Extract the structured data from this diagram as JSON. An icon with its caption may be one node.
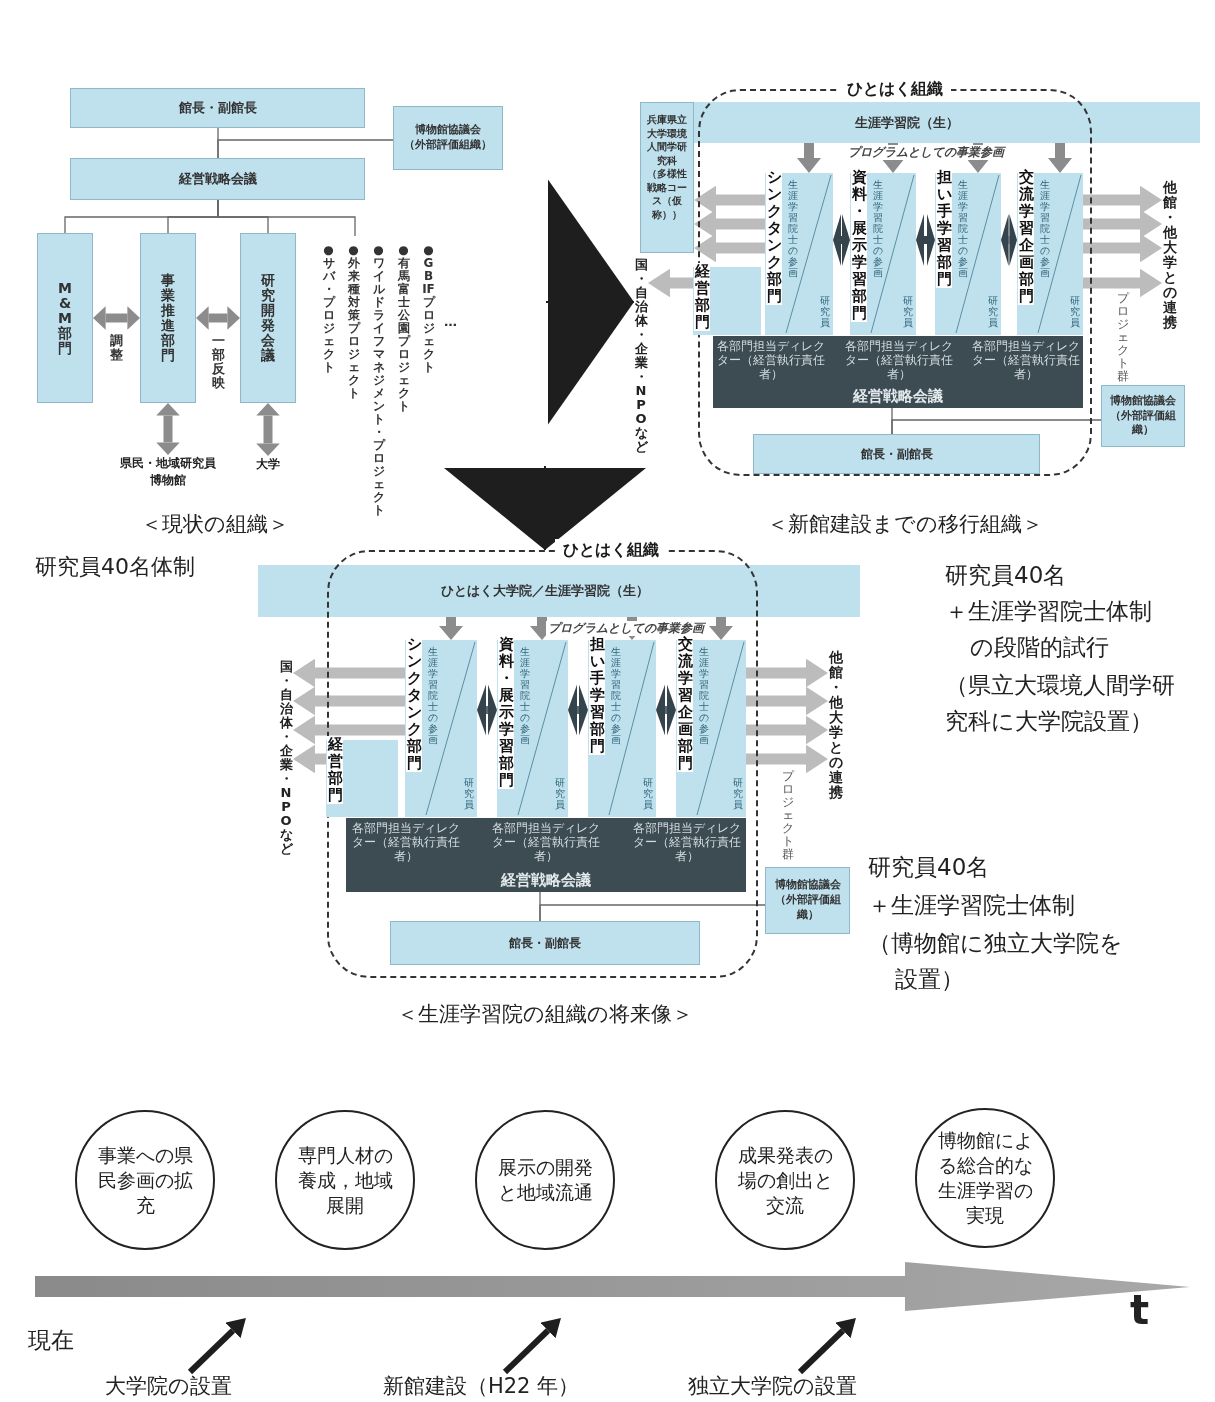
{
  "diagram": {
    "nodes": [
      {
        "text": [
          "館長・副館長"
        ]
      },
      {
        "text": [
          "博物館協議会",
          "（外部評価組織）"
        ]
      },
      {
        "text": [
          "経営戦略会議"
        ]
      },
      {
        "text": [
          "M&M部門"
        ]
      },
      {
        "text": [
          "事業推進部門"
        ]
      },
      {
        "text": [
          "研究開発会議"
        ]
      },
      {
        "text": [
          "●サバ・プロジェクト",
          "●外来種対策プロジェクト",
          "●ワイルドライフマネジメント・プロジェクト",
          "●有馬富士公園プロジェクト",
          "●GBIFプロジェクト",
          "…"
        ]
      },
      {
        "text": [
          "県民・地域研究員博物館"
        ]
      },
      {
        "text": [
          "大学"
        ]
      },
      {
        "text": [
          "ひとはく組織"
        ]
      },
      {
        "text": [
          "生涯学習院（生）"
        ]
      },
      {
        "text": [
          "兵庫県立大学環境人間学研究科",
          "（多様性戦略コース（仮称））"
        ]
      },
      {
        "text": [
          "シンクタンク部門",
          "生涯学習院士の参画",
          "研究員"
        ],
        "in": 9
      },
      {
        "text": [
          "資料・展示学習部門",
          "生涯学習院士の参画",
          "研究員"
        ],
        "in": 9
      },
      {
        "text": [
          "担い手学習部門",
          "生涯学習院士の参画",
          "研究員"
        ],
        "in": 9
      },
      {
        "text": [
          "交流学習企画部門",
          "生涯学習院士の参画",
          "研究員"
        ],
        "in": 9
      },
      {
        "text": [
          "経営部門"
        ],
        "in": 9
      },
      {
        "text": [
          "各部門担当ディレクター（経営執行責任者）",
          "各部門担当ディレクター（経営執行責任者）",
          "各部門担当ディレクター（経営執行責任者）",
          "経営戦略会議"
        ],
        "in": 9
      },
      {
        "text": [
          "館長・副館長"
        ],
        "in": 9
      },
      {
        "text": [
          "博物館協議会",
          "（外部評価組織）"
        ]
      },
      {
        "text": [
          "国・自治体・企業・NPOなど"
        ]
      },
      {
        "text": [
          "他館・他大学との連携"
        ]
      },
      {
        "text": [
          "ひとはく組織"
        ]
      },
      {
        "text": [
          "ひとはく大学院／生涯学習院（生）"
        ]
      },
      {
        "text": [
          "シンクタンク部門",
          "生涯学習院士の参画",
          "研究員"
        ],
        "in": 22
      },
      {
        "text": [
          "資料・展示学習部門",
          "生涯学習院士の参画",
          "研究員"
        ],
        "in": 22
      },
      {
        "text": [
          "担い手学習部門",
          "生涯学習院士の参画",
          "研究員"
        ],
        "in": 22
      },
      {
        "text": [
          "交流学習企画部門",
          "生涯学習院士の参画",
          "研究員"
        ],
        "in": 22
      },
      {
        "text": [
          "経営部門"
        ],
        "in": 22
      },
      {
        "text": [
          "各部門担当ディレクター（経営執行責任者）",
          "各部門担当ディレクター（経営執行責任者）",
          "各部門担当ディレクター（経営執行責任者）",
          "経営戦略会議"
        ],
        "in": 22
      },
      {
        "text": [
          "館長・副館長"
        ],
        "in": 22
      },
      {
        "text": [
          "博物館協議会",
          "（外部評価組織）"
        ]
      },
      {
        "text": [
          "国・自治体・企業・NPOなど"
        ]
      },
      {
        "text": [
          "他館・他大学との連携"
        ]
      },
      {
        "text": [
          "事業への県民参画の拡充"
        ]
      },
      {
        "text": [
          "専門人材の養成，地域展開"
        ]
      },
      {
        "text": [
          "展示の開発と地域流通"
        ]
      },
      {
        "text": [
          "成果発表の場の創出と交流"
        ]
      },
      {
        "text": [
          "博物館による総合的な生涯学習の実現"
        ]
      },
      {
        "text": [
          "大学院の設置"
        ]
      },
      {
        "text": [
          "新館建設（H22 年）"
        ]
      },
      {
        "text": [
          "独立大学院の設置"
        ]
      }
    ],
    "edges": [
      {
        "from": 0,
        "to": 2,
        "arrow": "none"
      },
      {
        "from": 1,
        "to": 2,
        "arrow": "none"
      },
      {
        "from": 2,
        "to": 3,
        "arrow": "none"
      },
      {
        "from": 2,
        "to": 4,
        "arrow": "none"
      },
      {
        "from": 2,
        "to": 5,
        "arrow": "none"
      },
      {
        "from": 2,
        "to": 6,
        "arrow": "none"
      },
      {
        "from": 3,
        "to": 4,
        "arrow": "both",
        "label": "調整",
        "color": "#8c8c8c"
      },
      {
        "from": 4,
        "to": 5,
        "arrow": "both",
        "label": "一部反映",
        "color": "#8c8c8c"
      },
      {
        "from": 4,
        "to": 7,
        "arrow": "both",
        "color": "#8c8c8c"
      },
      {
        "from": 5,
        "to": 8,
        "arrow": "both",
        "color": "#8c8c8c"
      },
      {
        "from": null,
        "to": 20,
        "arrow": "to",
        "color": "#1e1e1e"
      },
      {
        "from": null,
        "to": 22,
        "arrow": "to",
        "color": "#1e1e1e"
      },
      {
        "from": 10,
        "to": 12,
        "arrow": "to",
        "color": "#8c8c8c"
      },
      {
        "from": 10,
        "to": 13,
        "arrow": "to",
        "color": "#8c8c8c"
      },
      {
        "from": 10,
        "to": 14,
        "arrow": "to",
        "color": "#8c8c8c"
      },
      {
        "from": 10,
        "to": 15,
        "arrow": "to",
        "color": "#8c8c8c"
      },
      {
        "from": 12,
        "to": 11,
        "arrow": "to",
        "color": "#bcbcbc"
      },
      {
        "from": 12,
        "to": 11,
        "arrow": "to",
        "color": "#bcbcbc"
      },
      {
        "from": 12,
        "to": 11,
        "arrow": "to",
        "color": "#bcbcbc"
      },
      {
        "from": 16,
        "to": 20,
        "arrow": "to",
        "color": "#bcbcbc"
      },
      {
        "from": 15,
        "to": 21,
        "arrow": "to",
        "color": "#bcbcbc"
      },
      {
        "from": 15,
        "to": 21,
        "arrow": "to",
        "color": "#bcbcbc"
      },
      {
        "from": 15,
        "to": 21,
        "arrow": "to",
        "color": "#bcbcbc"
      },
      {
        "from": 15,
        "to": 21,
        "arrow": "to",
        "color": "#bcbcbc"
      },
      {
        "from": 12,
        "to": 13,
        "arrow": "both",
        "color": "#34434c"
      },
      {
        "from": 13,
        "to": 14,
        "arrow": "both",
        "color": "#34434c"
      },
      {
        "from": 14,
        "to": 15,
        "arrow": "both",
        "color": "#34434c"
      },
      {
        "from": 17,
        "to": 18,
        "arrow": "none"
      },
      {
        "from": 19,
        "to": 18,
        "arrow": "none"
      },
      {
        "from": 23,
        "to": 24,
        "arrow": "to",
        "color": "#8c8c8c"
      },
      {
        "from": 23,
        "to": 25,
        "arrow": "to",
        "color": "#8c8c8c"
      },
      {
        "from": 23,
        "to": 26,
        "arrow": "to",
        "color": "#8c8c8c"
      },
      {
        "from": 23,
        "to": 27,
        "arrow": "to",
        "color": "#8c8c8c"
      },
      {
        "from": 24,
        "to": 32,
        "arrow": "to",
        "color": "#bcbcbc"
      },
      {
        "from": 24,
        "to": 32,
        "arrow": "to",
        "color": "#bcbcbc"
      },
      {
        "from": 24,
        "to": 32,
        "arrow": "to",
        "color": "#bcbcbc"
      },
      {
        "from": 28,
        "to": 32,
        "arrow": "to",
        "color": "#bcbcbc"
      },
      {
        "from": 27,
        "to": 33,
        "arrow": "to",
        "color": "#bcbcbc"
      },
      {
        "from": 27,
        "to": 33,
        "arrow": "to",
        "color": "#bcbcbc"
      },
      {
        "from": 27,
        "to": 33,
        "arrow": "to",
        "color": "#bcbcbc"
      },
      {
        "from": 27,
        "to": 33,
        "arrow": "to",
        "color": "#bcbcbc"
      },
      {
        "from": 24,
        "to": 25,
        "arrow": "both",
        "color": "#34434c"
      },
      {
        "from": 25,
        "to": 26,
        "arrow": "both",
        "color": "#34434c"
      },
      {
        "from": 26,
        "to": 27,
        "arrow": "both",
        "color": "#34434c"
      },
      {
        "from": 29,
        "to": 30,
        "arrow": "none"
      },
      {
        "from": 31,
        "to": 30,
        "arrow": "none"
      },
      {
        "from": 39,
        "to": null,
        "arrow": "to",
        "color": "#1e1e1e"
      },
      {
        "from": 40,
        "to": null,
        "arrow": "to",
        "color": "#1e1e1e"
      },
      {
        "from": 41,
        "to": null,
        "arrow": "to",
        "color": "#1e1e1e"
      }
    ],
    "labels": [
      "＜現状の組織＞",
      "研究員40名体制",
      "プログラムとしての事業参画",
      "プロジェクト群",
      "＜新館建設までの移行組織＞",
      "研究員40名",
      "＋生涯学習院士体制の段階的試行",
      "（県立大環境人間学研究科に大学院設置）",
      "プログラムとしての事業参画",
      "プロジェクト群",
      "＜生涯学習院の組織の将来像＞",
      "研究員40名",
      "＋生涯学習院士体制",
      "（博物館に独立大学院を設置）",
      "t",
      "現在"
    ]
  }
}
